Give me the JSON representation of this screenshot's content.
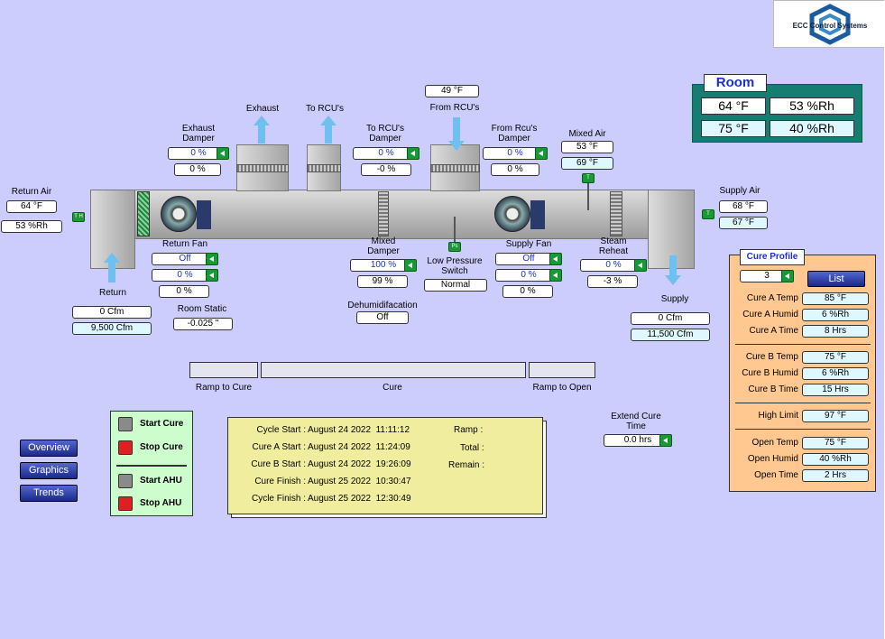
{
  "logo": {
    "text": "ECC Control Systems"
  },
  "room": {
    "title": "Room",
    "temp1": "64 °F",
    "humid1": "53 %Rh",
    "temp2": "75 °F",
    "humid2": "40 %Rh"
  },
  "return_air": {
    "title": "Return Air",
    "temp": "64 °F",
    "humid": "53 %Rh",
    "sensor": "T H"
  },
  "exhaust": {
    "label": "Exhaust"
  },
  "exhaust_damper": {
    "title": "Exhaust Damper",
    "cmd": "0 %",
    "fb": "0 %"
  },
  "to_rcu": {
    "label": "To RCU's"
  },
  "to_rcu_damper": {
    "title": "To RCU's Damper",
    "cmd": "0 %",
    "fb": "-0 %"
  },
  "from_rcu": {
    "label": "From RCU's",
    "temp": "49 °F"
  },
  "from_rcu_damper": {
    "title": "From Rcu's Damper",
    "cmd": "0 %",
    "fb": "0 %"
  },
  "mixed_air": {
    "title": "Mixed Air",
    "temp": "53 °F",
    "setpoint": "69 °F",
    "sensor": "T"
  },
  "supply_air": {
    "title": "Supply Air",
    "temp": "68 °F",
    "setpoint": "67 °F",
    "sensor": "T"
  },
  "return_fan": {
    "title": "Return Fan",
    "cmd": "Off",
    "speed_cmd": "0 %",
    "speed_fb": "0 %"
  },
  "return": {
    "label": "Return",
    "cfm": "0 Cfm",
    "cfm_sp": "9,500 Cfm"
  },
  "room_static": {
    "title": "Room Static",
    "value": "-0.025 \""
  },
  "mixed_damper": {
    "title": "Mixed Damper",
    "cmd": "100 %",
    "fb": "99 %"
  },
  "low_pressure": {
    "title": "Low Pressure Switch",
    "value": "Normal",
    "sensor": "Ps"
  },
  "supply_fan": {
    "title": "Supply Fan",
    "cmd": "Off",
    "speed_cmd": "0 %",
    "speed_fb": "0 %"
  },
  "steam_reheat": {
    "title": "Steam Reheat",
    "cmd": "0 %",
    "fb": "-3 %"
  },
  "supply": {
    "label": "Supply",
    "cfm": "0 Cfm",
    "cfm_sp": "11,500 Cfm"
  },
  "dehumid": {
    "title": "Dehumidifacation",
    "value": "Off"
  },
  "progress": {
    "ramp_to_cure": "Ramp to Cure",
    "cure": "Cure",
    "ramp_to_open": "Ramp to Open"
  },
  "nav": {
    "overview": "Overview",
    "graphics": "Graphics",
    "trends": "Trends"
  },
  "controls": {
    "start_cure": "Start Cure",
    "stop_cure": "Stop Cure",
    "start_ahu": "Start AHU",
    "stop_ahu": "Stop AHU",
    "start_color": "#8a8a8a",
    "stop_color": "#e02020"
  },
  "cycle": {
    "rows": [
      {
        "label": "Cycle Start :",
        "value": "August 24 2022  11:11:12"
      },
      {
        "label": "Cure A Start :",
        "value": "August 24 2022  11:24:09"
      },
      {
        "label": "Cure B Start :",
        "value": "August 24 2022  19:26:09"
      },
      {
        "label": "Cure Finish :",
        "value": "August 25 2022  10:30:47"
      },
      {
        "label": "Cycle Finish :",
        "value": "August 25 2022  12:30:49"
      }
    ],
    "ramp": "Ramp :",
    "total": "Total :",
    "remain": "Remain :"
  },
  "extend_cure": {
    "title": "Extend Cure Time",
    "value": "0.0 hrs"
  },
  "cure_profile": {
    "title": "Cure Profile",
    "select": "3",
    "list_button": "List",
    "cure_a_temp": {
      "label": "Cure A Temp",
      "value": "85 °F"
    },
    "cure_a_humid": {
      "label": "Cure A Humid",
      "value": "6 %Rh"
    },
    "cure_a_time": {
      "label": "Cure A Time",
      "value": "8 Hrs"
    },
    "cure_b_temp": {
      "label": "Cure B Temp",
      "value": "75 °F"
    },
    "cure_b_humid": {
      "label": "Cure B Humid",
      "value": "6 %Rh"
    },
    "cure_b_time": {
      "label": "Cure B Time",
      "value": "15 Hrs"
    },
    "high_limit": {
      "label": "High Limit",
      "value": "97 °F"
    },
    "open_temp": {
      "label": "Open Temp",
      "value": "75 °F"
    },
    "open_humid": {
      "label": "Open Humid",
      "value": "40 %Rh"
    },
    "open_time": {
      "label": "Open Time",
      "value": "2 Hrs"
    }
  },
  "colors": {
    "background": "#cdcdfd",
    "room_panel": "#157d72",
    "cure_panel": "#ffc890",
    "cycle_panel": "#f0ee9e",
    "controls_panel": "#cdfccd",
    "action_green": "#159a35",
    "airflow_arrow": "#6fbff0"
  }
}
